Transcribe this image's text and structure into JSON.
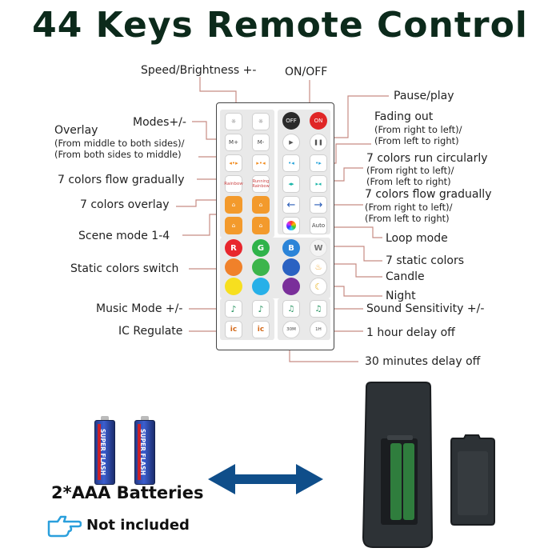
{
  "title": "44 Keys Remote Control",
  "labels": {
    "speed_brightness": "Speed/Brightness +-",
    "on_off": "ON/OFF",
    "pause_play": "Pause/play",
    "modes": "Modes+/-",
    "fading_out": "Fading out",
    "fading_out_sub1": "(From right to left)/",
    "fading_out_sub2": "(From left to right)",
    "overlay": "Overlay",
    "overlay_sub1": "(From middle to both sides)/",
    "overlay_sub2": "(From both sides to middle)",
    "seven_run": "7 colors run circularly",
    "seven_run_sub1": "(From right to left)/",
    "seven_run_sub2": "(From left to right)",
    "seven_flow_left": "7 colors flow gradually",
    "seven_flow_right": "7 colors flow gradually",
    "seven_flow_sub1": "(From right to left)/",
    "seven_flow_sub2": "(From left to right)",
    "seven_overlay": "7 colors overlay",
    "scene_mode": "Scene mode  1-4",
    "loop_mode": "Loop mode",
    "static_switch": "Static colors switch",
    "seven_static": "7 static colors",
    "candle": "Candle",
    "night": "Night",
    "music_mode": "Music Mode +/-",
    "sound_sens": "Sound Sensitivity +/-",
    "ic_regulate": "IC Regulate",
    "one_hour": "1 hour delay off",
    "thirty_min": "30 minutes delay off"
  },
  "buttons": {
    "off": "OFF",
    "on": "ON",
    "m_plus": "M+",
    "m_minus": "M-",
    "rainbow": "Rainbow",
    "rainbow2": "Running Rainbow",
    "auto": "Auto",
    "r": "R",
    "g": "G",
    "b": "B",
    "w": "W",
    "ic_plus": "ic",
    "ic_minus": "ic",
    "h1": "1H",
    "m30": "30M"
  },
  "batteries": {
    "brand": "SUPER FLASH",
    "caption": "2*AAA Batteries",
    "note": "Not included"
  },
  "colors": {
    "title": "#0c2a1b",
    "lines": "#c88c84",
    "arrow": "#0f4e8a",
    "remote_back": "#2d3236"
  }
}
